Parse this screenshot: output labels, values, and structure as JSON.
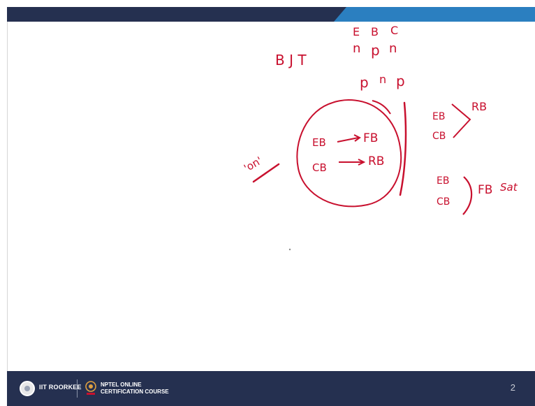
{
  "footer": {
    "org_name": "IIT ROORKEE",
    "course_line1": "NPTEL ONLINE",
    "course_line2": "CERTIFICATION COURSE",
    "page_number": "2"
  },
  "handwriting": {
    "topic": "B J T",
    "terminals": [
      "E",
      "B",
      "C"
    ],
    "npn": [
      "n",
      "p",
      "n"
    ],
    "pnp": [
      "p",
      "n",
      "p"
    ],
    "on_label": "'on'",
    "circle_line1_left": "EB",
    "circle_line1_right": "FB",
    "circle_line2_left": "CB",
    "circle_line2_right": "RB",
    "case2_top": "EB",
    "case2_bottom": "CB",
    "case2_result": "RB",
    "case3_top": "EB",
    "case3_bottom": "CB",
    "case3_result": "FB",
    "case3_note": "Sat"
  },
  "colors": {
    "ink": "#c8102e",
    "header_dark": "#253050",
    "header_accent": "#2b7fc0"
  }
}
